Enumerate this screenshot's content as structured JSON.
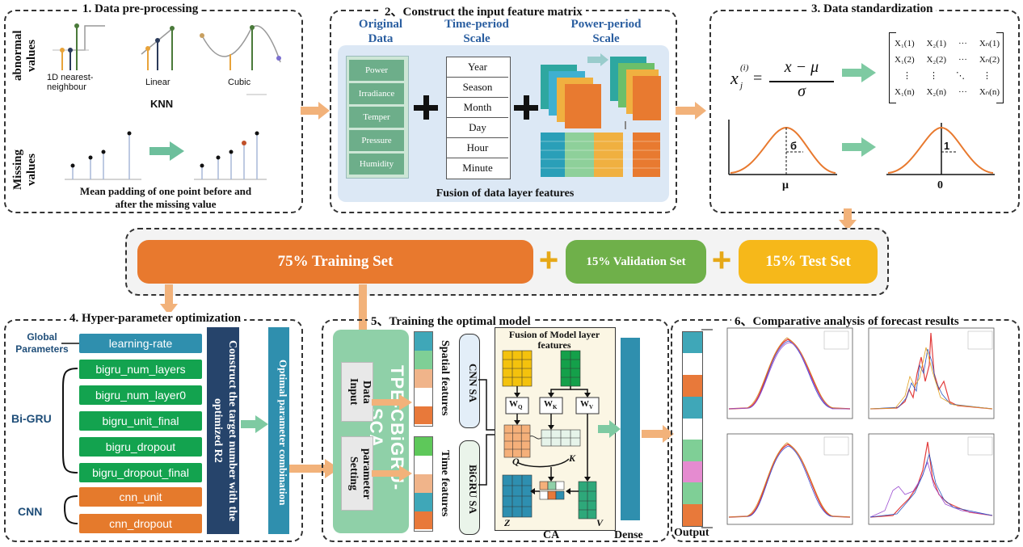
{
  "panel1": {
    "title": "1. Data pre-processing",
    "abnormal_label": "abnormal values",
    "missing_label": "Missing values",
    "method_nearest": "1D nearest-neighbour",
    "method_linear": "Linear",
    "method_cubic": "Cubic",
    "knn": "KNN",
    "mean_padding": "Mean padding of one point before and after the missing value"
  },
  "panel2": {
    "title": "2、Construct the input feature matrix",
    "original_data": "Original Data",
    "time_period_scale": "Time-period Scale",
    "power_period_scale": "Power-period Scale",
    "original_items": [
      "Power",
      "Irradiance",
      "Temper",
      "Pressure",
      "Humidity"
    ],
    "time_items": [
      "Year",
      "Season",
      "Month",
      "Day",
      "Hour",
      "Minute"
    ],
    "fusion_caption": "Fusion of data layer features"
  },
  "panel3": {
    "title": "3. Data standardization",
    "formula_lhs": "x",
    "formula_num": "x − μ",
    "formula_den": "σ",
    "matrix_rows": [
      [
        "X₁(1)",
        "X₂(1)",
        "···",
        "Xₙ(1)"
      ],
      [
        "X₁(2)",
        "X₂(2)",
        "···",
        "Xₙ(2)"
      ],
      [
        "⋮",
        "⋮",
        "⋱",
        "⋮"
      ],
      [
        "X₁(n)",
        "X₂(n)",
        "···",
        "Xₙ(n)"
      ]
    ],
    "sigma_label": "б",
    "mu_label": "μ",
    "one_label": "1",
    "zero_label": "0"
  },
  "split": {
    "training": "75%     Training Set",
    "validation": "15%  Validation Set",
    "test": "15%    Test Set",
    "plus": "+"
  },
  "panel4": {
    "title": "4. Hyper-parameter optimization",
    "global_label": "Global Parameters",
    "bigru_label": "Bi-GRU",
    "cnn_label": "CNN",
    "global_params": [
      "learning-rate"
    ],
    "bigru_params": [
      "bigru_num_layers",
      "bigru_num_layer0",
      "bigru_unit_final",
      "bigru_dropout",
      "bigru_dropout_final"
    ],
    "cnn_params": [
      "cnn_unit",
      "cnn_dropout"
    ],
    "target_text": "Construct the target number with the optimized R2",
    "optimal_text": "Optimal parameter combination"
  },
  "panel5": {
    "title": "5、Training the optimal model",
    "model_name": "TPE-CBiGRU-SCA",
    "data_input": "Data Input",
    "parameter_setting": "parameter Setting",
    "spatial_features": "Spatial features",
    "time_features": "Time features",
    "cnn_sa": "CNN SA",
    "bigru_sa": "BiGRU SA",
    "fusion_title": "Fusion of Model layer features",
    "wq": "W",
    "wq_sub": "Q",
    "wk": "W",
    "wk_sub": "K",
    "wv": "W",
    "wv_sub": "V",
    "q_label": "Q",
    "k_label": "K",
    "z_label": "Z",
    "v_label": "V",
    "ca_label": "CA",
    "dense_label": "Dense"
  },
  "panel6": {
    "title": "6、Comparative analysis of forecast results",
    "output_label": "Output"
  },
  "colors": {
    "training": "#e8792e",
    "validation": "#6fb04a",
    "test": "#f6b81a",
    "green_param": "#13a34f",
    "orange_param": "#e57a2c",
    "navy": "#26446b",
    "teal": "#2f8fae",
    "arrow": "#f2b27a",
    "tpe": "#8fd0a8"
  }
}
